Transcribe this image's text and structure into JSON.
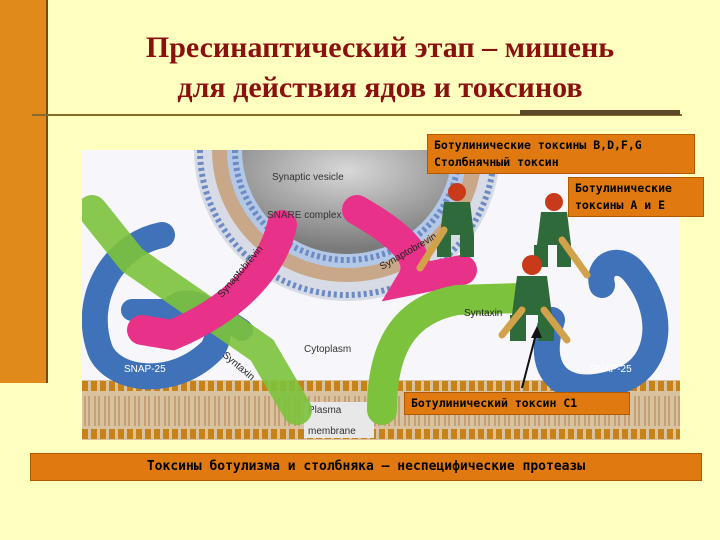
{
  "title": {
    "line1": "Пресинаптический этап – мишень",
    "line2": "для действия ядов и токсинов"
  },
  "diagram": {
    "labels": {
      "synaptic_vesicle": "Synaptic vesicle",
      "snare_complex": "SNARE complex",
      "synaptobrevin_left": "Synaptobrevin",
      "synaptobrevin_right": "Synaptobrevin",
      "syntaxin_left": "Syntaxin",
      "syntaxin_right": "Syntaxin",
      "snap25_left": "SNAP-25",
      "snap25_right": "SNAP-25",
      "cytoplasm": "Cytoplasm",
      "plasma_membrane_1": "Plasma",
      "plasma_membrane_2": "membrane"
    }
  },
  "callouts": {
    "bdfg": {
      "line1": "Ботулинические токсины B,D,F,G",
      "line2": "Столбнячный токсин"
    },
    "ae": {
      "line1": "Ботулинические",
      "line2": "токсины А и Е"
    },
    "c1": "Ботулинический токсин С1"
  },
  "footer": "Токсины ботулизма и столбняка – неспецифические протеазы",
  "colors": {
    "background": "#ffffc0",
    "accent_bar": "#e08a1c",
    "title": "#8b1010",
    "callout": "#e07a10",
    "synaptobrevin": "#e8328a",
    "syntaxin": "#7cc23c",
    "snap25": "#3f72b8",
    "vesicle": "#9a9a9a"
  }
}
